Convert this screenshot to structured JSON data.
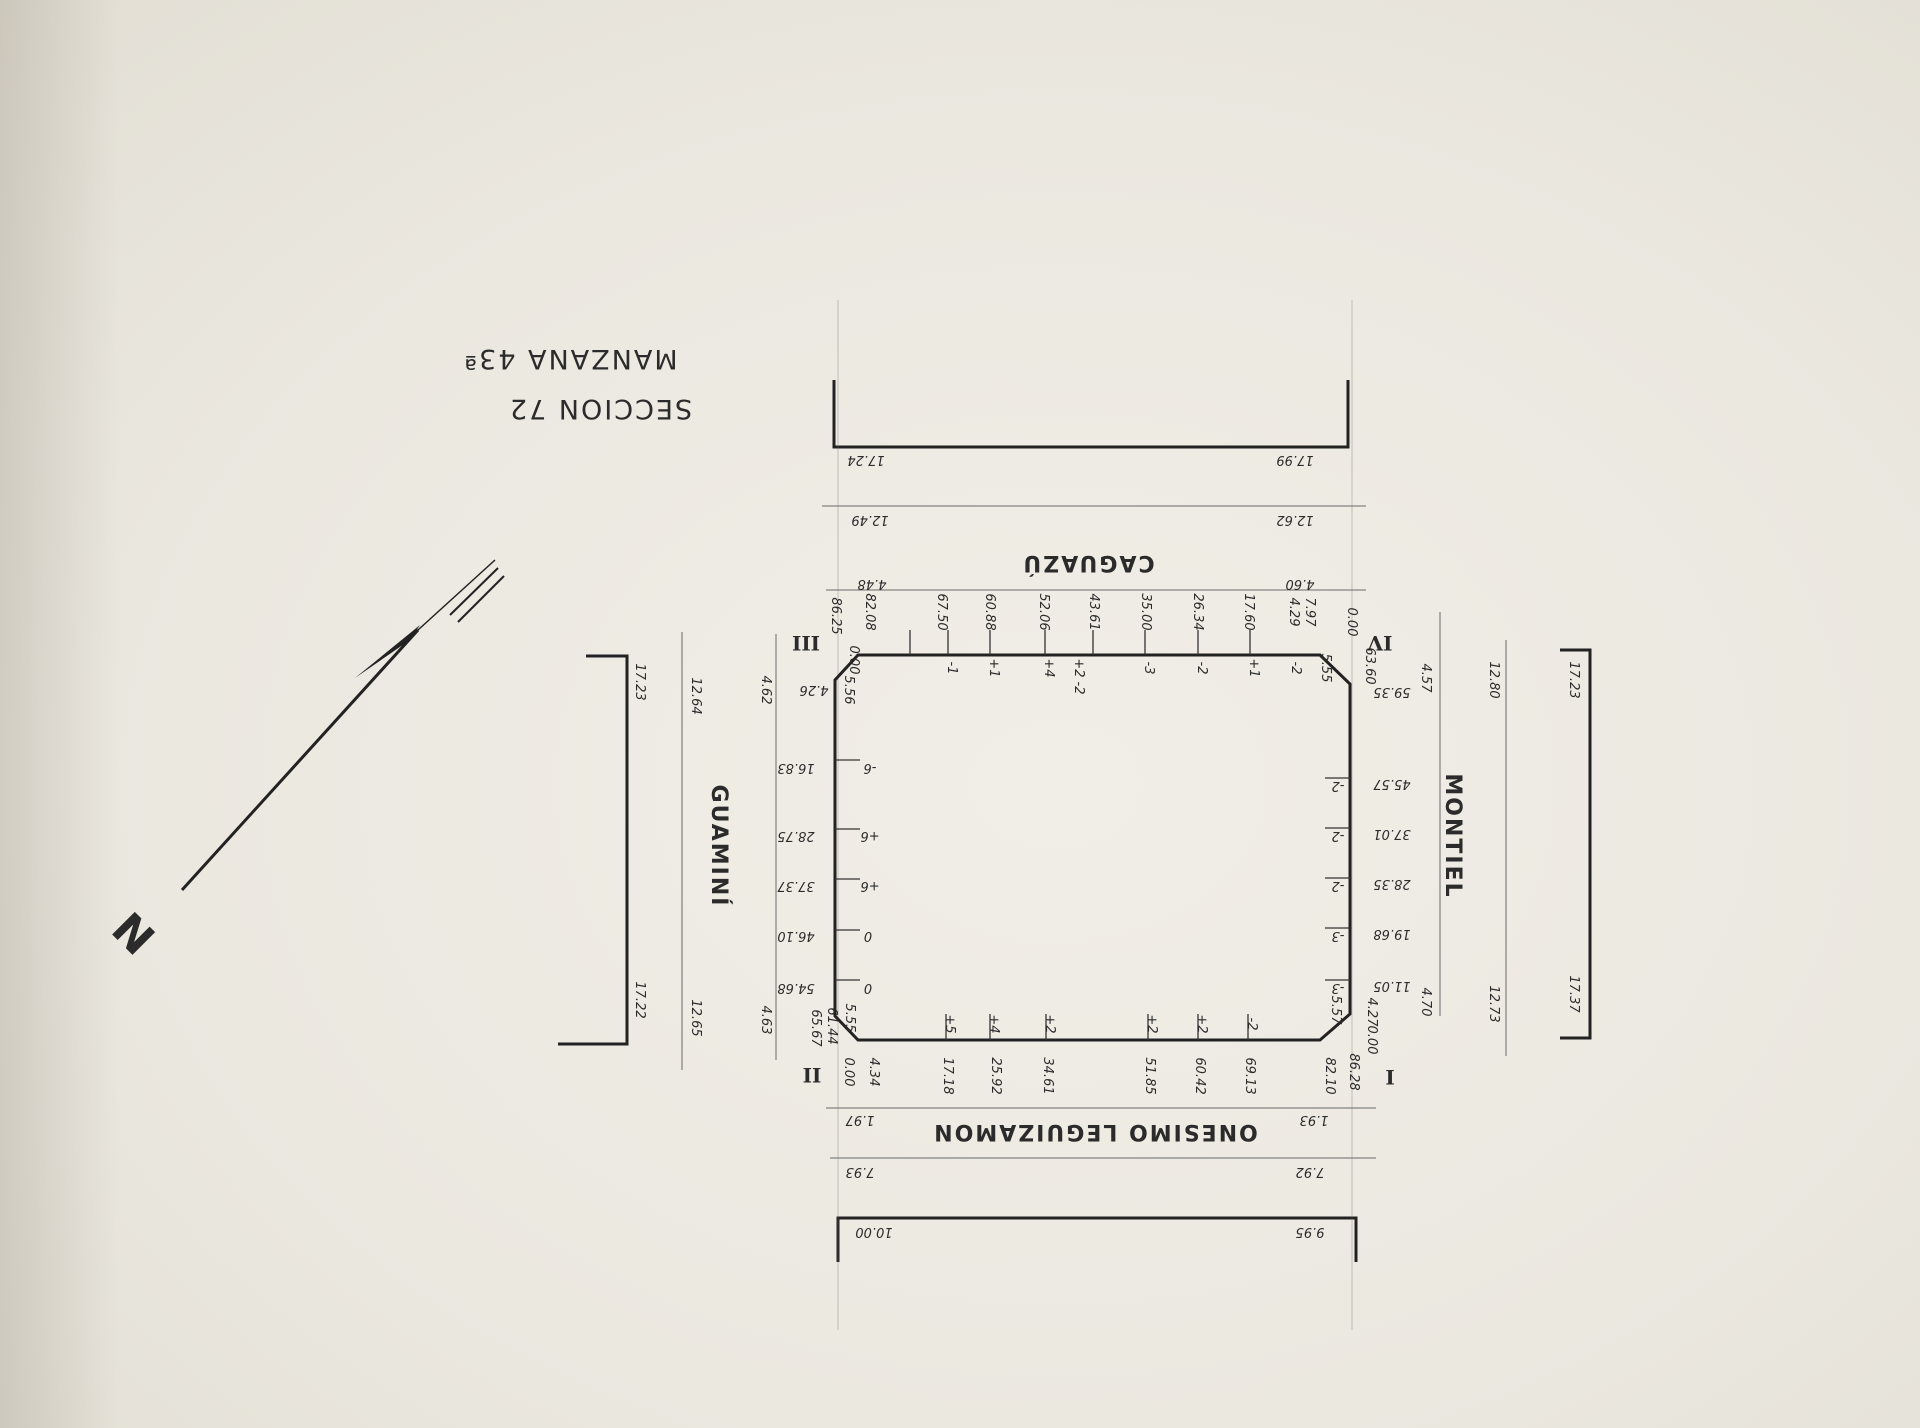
{
  "title": {
    "section": "SECCION 72",
    "block": "MANZANA 43ª"
  },
  "north_label": "N",
  "streets": {
    "north": "CAGUAZÚ",
    "south": "ONESIMO LEGUIZAMON",
    "east": "MONTIEL",
    "west": "GUAMINÍ"
  },
  "corners": {
    "ne": "IV",
    "nw": "III",
    "sw": "II",
    "se": "I"
  },
  "corner_values": {
    "ne": [
      "0.00",
      "63.60",
      "4.29",
      "7.97",
      "5.55"
    ],
    "nw": [
      "86.25",
      "0.00",
      "4.26",
      "5.56"
    ],
    "sw": [
      "65.67",
      "0.00",
      "61.44",
      "5.55"
    ],
    "se": [
      "86.28",
      "0.00",
      "4.27",
      "5.57"
    ]
  },
  "north_front": {
    "distances": [
      "82.08",
      "67.50",
      "60.88",
      "52.06",
      "43.61",
      "35.00",
      "26.34",
      "17.60"
    ],
    "marks": [
      "-1",
      "+1",
      "+4",
      "+2",
      "-3",
      "-2",
      "+1",
      "-2"
    ],
    "below": [
      "-2"
    ]
  },
  "south_front": {
    "distances": [
      "4.34",
      "17.18",
      "25.92",
      "34.61",
      "51.85",
      "60.42",
      "69.13",
      "82.10"
    ],
    "marks": [
      "+5",
      "+4",
      "+2",
      "+2",
      "+2",
      "-2"
    ]
  },
  "west_front": {
    "distances": [
      "16.83",
      "28.75",
      "37.37",
      "46.10",
      "54.68"
    ],
    "marks": [
      "-6",
      "+6",
      "+6",
      "0",
      "0"
    ]
  },
  "east_front": {
    "distances": [
      "59.35",
      "45.57",
      "37.01",
      "28.35",
      "19.68",
      "11.05"
    ],
    "marks": [
      "-2",
      "-2",
      "-2",
      "-3",
      "-3"
    ]
  },
  "street_widths": {
    "north_inner": [
      "12.62",
      "12.49"
    ],
    "north_outer": [
      "17.99",
      "17.24"
    ],
    "north_sidewalk": [
      "4.60",
      "4.48"
    ],
    "south_inner": [
      "1.93",
      "1.97"
    ],
    "south_mid": [
      "7.92",
      "7.93"
    ],
    "south_outer": [
      "9.95",
      "10.00"
    ],
    "east_sidewalk": [
      "4.57",
      "4.70"
    ],
    "east_inner": [
      "12.80",
      "12.73"
    ],
    "east_outer": [
      "17.23",
      "17.37"
    ],
    "west_sidewalk": [
      "4.62",
      "4.63"
    ],
    "west_inner": [
      "12.64",
      "12.65"
    ],
    "west_outer": [
      "17.23",
      "17.22"
    ]
  }
}
